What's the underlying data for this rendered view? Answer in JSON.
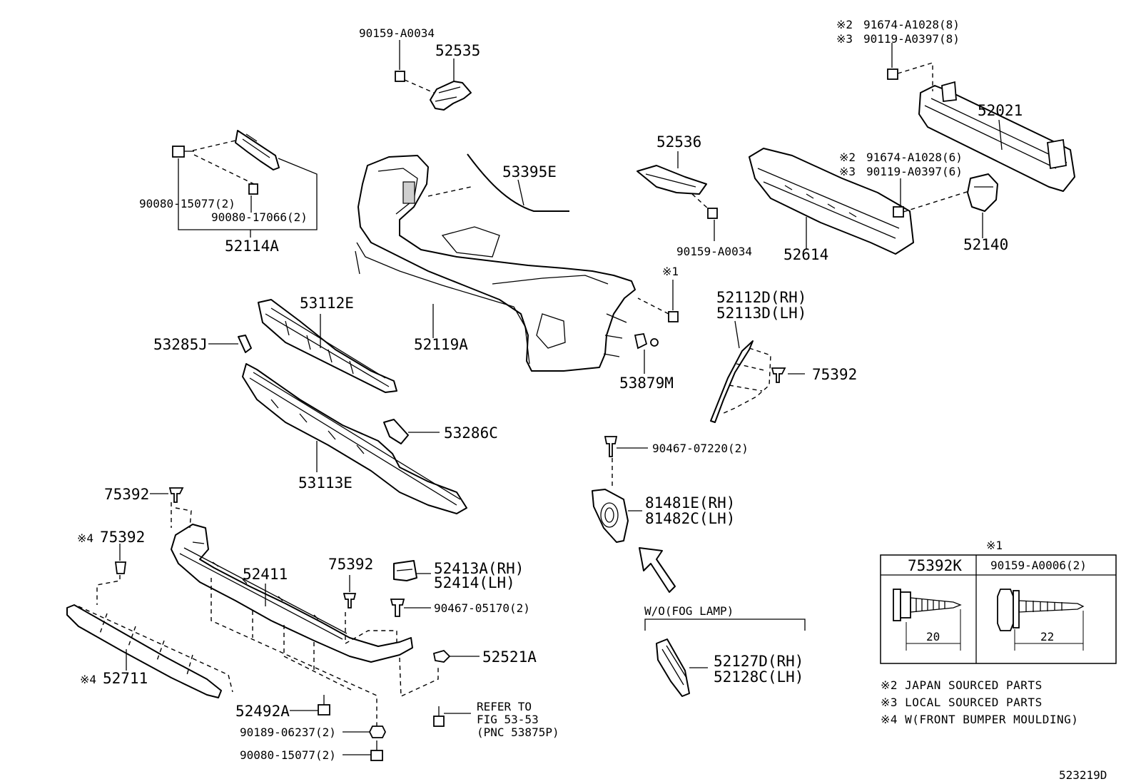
{
  "labels": {
    "p90159_a0034_top": "90159-A0034",
    "p52535": "52535",
    "p90080_15077_2_top": "90080-15077(2)",
    "p90080_17066_2": "90080-17066(2)",
    "p52114A": "52114A",
    "p53395E": "53395E",
    "p52536": "52536",
    "p90159_a0034_mid": "90159-A0034",
    "p52021": "52021",
    "p52614": "52614",
    "p52140": "52140",
    "p53112E": "53112E",
    "p53285J": "53285J",
    "p52119A": "52119A",
    "p53879M": "53879M",
    "p52112D": "52112D(RH)",
    "p52113D": "52113D(LH)",
    "p75392_right": "75392",
    "p53286C": "53286C",
    "p53113E": "53113E",
    "p90467_07220": "90467-07220(2)",
    "p81481E": "81481E(RH)",
    "p81482C": "81482C(LH)",
    "p75392_left": "75392",
    "p75392_x4": "75392",
    "p52411": "52411",
    "p75392_center": "75392",
    "p52413A": "52413A(RH)",
    "p52414": "52414(LH)",
    "p90467_05170": "90467-05170(2)",
    "p52521A": "52521A",
    "p52711": "52711",
    "p52492A": "52492A",
    "p90189_06237": "90189-06237(2)",
    "p90080_15077_2_bot": "90080-15077(2)",
    "p52127D": "52127D(RH)",
    "p52128C": "52128C(LH)"
  },
  "refer": {
    "line1": "REFER TO",
    "line2": "FIG 53-53",
    "line3": "(PNC 53875P)"
  },
  "top_right_notes": {
    "a_mark": "※2",
    "a_part": "91674-A1028(8)",
    "b_mark": "※3",
    "b_part": "90119-A0397(8)",
    "c_mark": "※2",
    "c_part": "91674-A1028(6)",
    "d_mark": "※3",
    "d_part": "90119-A0397(6)"
  },
  "marks": {
    "ref1": "※1",
    "x4_a": "※4",
    "x4_b": "※4"
  },
  "variant_label": "W/O(FOG LAMP)",
  "inset": {
    "ref_mark": "※1",
    "col1_header": "75392K",
    "col2_header": "90159-A0006(2)",
    "col1_dim": "20",
    "col2_dim": "22"
  },
  "footnotes": [
    "※2 JAPAN SOURCED PARTS",
    "※3 LOCAL SOURCED PARTS",
    "※4 W(FRONT BUMPER MOULDING)"
  ],
  "diagram_id": "523219D"
}
